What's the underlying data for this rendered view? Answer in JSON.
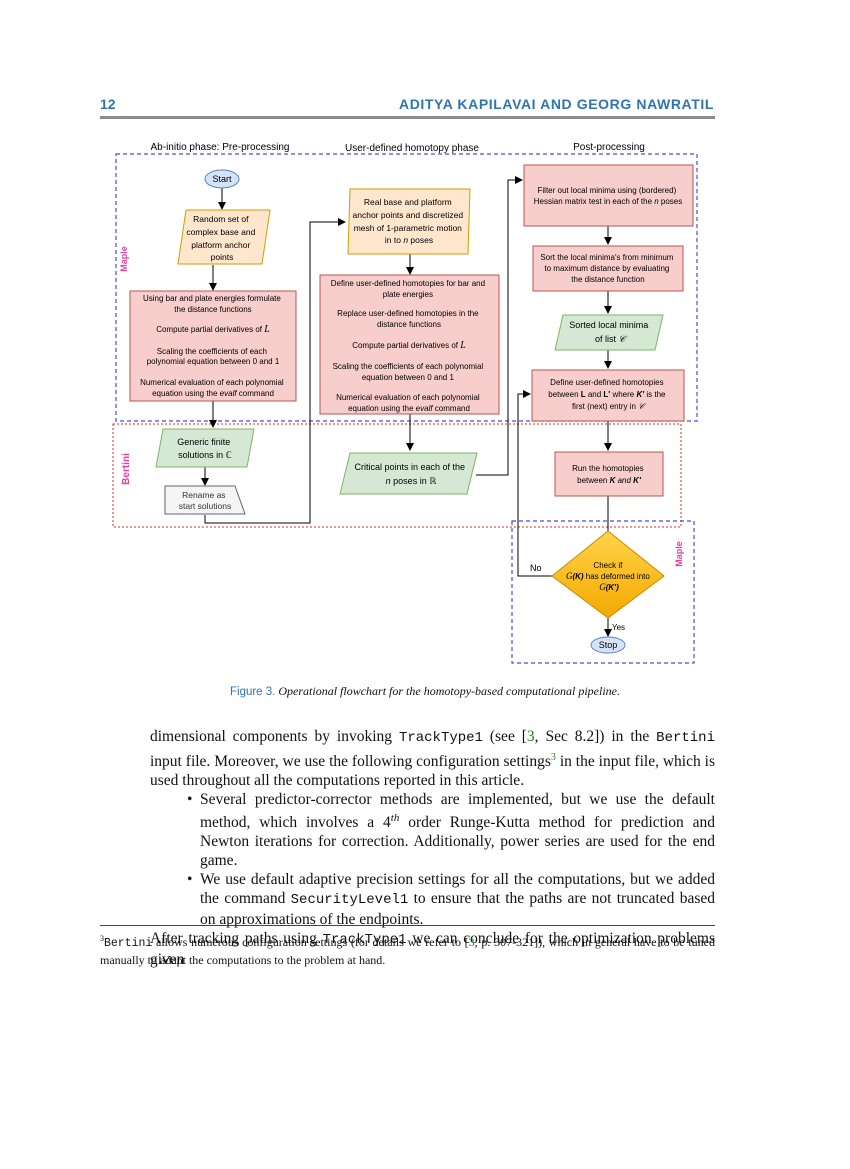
{
  "header": {
    "page_number": "12",
    "authors": "ADITYA KAPILAVAI AND GEORG NAWRATIL"
  },
  "flowchart": {
    "phase_titles": {
      "pre": "Ab-initio phase: Pre-processing",
      "user": "User-defined homotopy phase",
      "post": "Post-processing"
    },
    "region_labels": {
      "maple_left": "Maple",
      "bertini": "Bertini",
      "maple_right": "Maple"
    },
    "nodes": {
      "start": "Start",
      "random_set": [
        "Random set of",
        "complex base and",
        "platform anchor",
        "points"
      ],
      "energies": [
        "Using bar and plate energies formulate",
        "the distance functions"
      ],
      "partial_derivs": "Compute partial derivatives of ",
      "partial_var": "L",
      "scaling": [
        "Scaling the coefficients of each",
        "polynomial equation between 0 and 1"
      ],
      "numerical": [
        "Numerical evaluation of each polynomial",
        "equation using the "
      ],
      "evalf": "evalf",
      "command": " command",
      "generic": [
        "Generic finite",
        "solutions in "
      ],
      "set_C": "ℂ",
      "rename": [
        "Rename as",
        "start solutions"
      ],
      "real_base": [
        "Real base and platform",
        "anchor points and discretized",
        "mesh of 1-parametric motion",
        "in to ",
        "n",
        " poses"
      ],
      "define_user": [
        "Define user-defined homotopies for bar and",
        "plate energies"
      ],
      "replace_user": [
        "Replace user-defined homotopies in the",
        "distance functions"
      ],
      "partial_derivs_2": "Compute partial derivatives of ",
      "scaling_2": [
        "Scaling the coefficients of each polynomial",
        "equation between 0 and 1"
      ],
      "numerical_2": [
        "Numerical evaluation of each polynomial",
        "equation using the "
      ],
      "critical": [
        "Critical points in each of the",
        "n",
        " poses in "
      ],
      "set_R": "ℝ",
      "filter": [
        "Filter out local minima using (bordered)",
        "Hessian matrix test in each of the ",
        "n",
        " poses"
      ],
      "sort": [
        "Sort the local minima's from minimum",
        "to maximum distance by evaluating",
        "the distance function"
      ],
      "sorted": [
        "Sorted local minima",
        "of list "
      ],
      "list_var": "𝒞",
      "define_post": [
        "Define user-defined homotopies",
        "between ",
        "L",
        " and ",
        "L'",
        " where ",
        "K'",
        " is the",
        "first (next) entry in "
      ],
      "run": [
        "Run the homotopies",
        "between ",
        "K",
        " and ",
        "K'"
      ],
      "check": [
        "Check if",
        "(K)",
        " has deformed into",
        "(K')"
      ],
      "g_symbol": "G",
      "no": "No",
      "yes": "Yes",
      "stop": "Stop"
    }
  },
  "caption": {
    "label": "Figure 3.",
    "text": "Operational flowchart for the homotopy-based computational pipeline."
  },
  "body": {
    "p1": [
      "dimensional components by invoking ",
      "TrackType1",
      " (see [",
      "3",
      ", Sec 8.2]) in the ",
      "Bertini",
      " input file. Moreover, we use the following configuration settings",
      "3",
      " in the input file, which is used throughout all the computations reported in this article."
    ],
    "b1": [
      "Several predictor-corrector methods are implemented, but we use the default method, which involves a 4",
      "th",
      " order Runge-Kutta method for prediction and Newton iterations for correction. Additionally, power series are used for the end game."
    ],
    "b2": [
      "We use default adaptive precision settings for all the computations, but we added the command ",
      "SecurityLevel1",
      " to ensure that the paths are not truncated based on approximations of the endpoints."
    ],
    "p2": [
      "After tracking paths using ",
      "TrackType1",
      " we can conclude for the optimization problems given"
    ]
  },
  "footnote": [
    "3",
    "Bertini",
    " allows numerous configuration settings (for details we refer to [",
    "3",
    ", p. 307-321]), which in general have to be tuned manually to adapt the computations to the problem at hand."
  ]
}
